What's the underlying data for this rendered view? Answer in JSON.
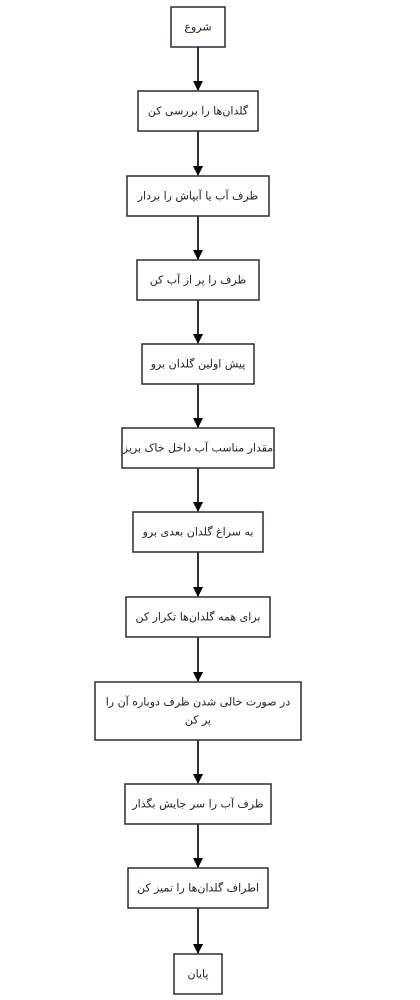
{
  "flowchart": {
    "direction": "top-to-bottom",
    "text_direction": "rtl",
    "colors": {
      "node_border": "#2b2b3a",
      "node_fill": "#ffffff",
      "arrow": "#000000",
      "text": "#222222"
    },
    "nodes": [
      {
        "id": "start",
        "lines": [
          "شروع"
        ]
      },
      {
        "id": "check-pots",
        "lines": [
          "گلدان‌ها را بررسی کن"
        ]
      },
      {
        "id": "pick-can",
        "lines": [
          "ظرف آب یا آبپاش را بردار"
        ]
      },
      {
        "id": "fill-can",
        "lines": [
          "ظرف را پر از آب کن"
        ]
      },
      {
        "id": "go-first",
        "lines": [
          "پیش اولین گلدان برو"
        ]
      },
      {
        "id": "pour-water",
        "lines": [
          "مقدار مناسب آب داخل خاک بریز"
        ]
      },
      {
        "id": "go-next",
        "lines": [
          "به سراغ گلدان بعدی برو"
        ]
      },
      {
        "id": "repeat",
        "lines": [
          "برای همه گلدان‌ها تکرار کن"
        ]
      },
      {
        "id": "refill",
        "lines": [
          "در صورت خالی شدن ظرف دوباره آن را",
          "پر کن"
        ]
      },
      {
        "id": "put-back",
        "lines": [
          "ظرف آب را سر جایش بگذار"
        ]
      },
      {
        "id": "clean",
        "lines": [
          "اطراف گلدان‌ها را تمیز کن"
        ]
      },
      {
        "id": "end",
        "lines": [
          "پایان"
        ]
      }
    ]
  }
}
